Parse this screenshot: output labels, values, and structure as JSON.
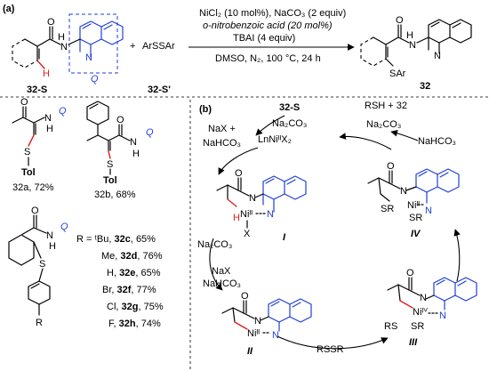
{
  "panel_a": {
    "label": "(a)",
    "substrate": {
      "label": "32-S",
      "nh": "N",
      "h_atom": "H",
      "n_atom": "N",
      "o_atom": "O",
      "q": "Q",
      "h_red": "H"
    },
    "plus": "+",
    "reagent": {
      "formula": "ArSSAr",
      "label": "32-S'"
    },
    "conditions": {
      "line1": "NiCl₂ (10 mol%), NaCO₃ (2 equiv)",
      "line2": "o-nitrobenzoic acid (20 mol%)",
      "line3": "TBAI (4 equiv)",
      "line4": "DMSO, N₂, 100 °C, 24 h"
    },
    "product": {
      "label": "32",
      "sar": "SAr",
      "o_atom": "O",
      "nh": "N",
      "h_atom": "H",
      "n_atom": "N"
    }
  },
  "examples": [
    {
      "id": "32a",
      "caption": "32a, 72%",
      "s": "S",
      "tol": "Tol",
      "nh": "N",
      "h": "H",
      "q": "Q",
      "o": "O"
    },
    {
      "id": "32b",
      "caption": "32b, 68%",
      "s": "S",
      "tol": "Tol",
      "nh": "N",
      "h": "H",
      "q": "Q",
      "o": "O"
    }
  ],
  "series": {
    "o": "O",
    "nh": "N",
    "h": "H",
    "q": "Q",
    "s": "S",
    "r": "R",
    "items": [
      {
        "text": "R = ᵗBu, ",
        "id": "32c",
        "yield": ", 65%"
      },
      {
        "text": "Me, ",
        "id": "32d",
        "yield": ", 76%"
      },
      {
        "text": "H, ",
        "id": "32e",
        "yield": ", 65%"
      },
      {
        "text": "Br, ",
        "id": "32f",
        "yield": ", 77%"
      },
      {
        "text": "Cl, ",
        "id": "32g",
        "yield": ", 75%"
      },
      {
        "text": "F, ",
        "id": "32h",
        "yield": ", 74%"
      }
    ]
  },
  "panel_b": {
    "label": "(b)",
    "top_reagent": "32-S",
    "na2co3_top": "Na₂CO₃",
    "catalyst": "LnNiᴵᴵX₂",
    "rsh": "RSH + 32",
    "na2co3_right": "Na₂CO₃",
    "nahco3_right": "NaHCO₃",
    "nax_left": "NaX +",
    "nahco3_left": "NaHCO₃",
    "na2co3_mid": "Na₂CO₃",
    "nax_mid": "NaX",
    "nahco3_mid": "NaHCO₃",
    "rssr": "RSSR",
    "intermediates": {
      "I": {
        "label": "I",
        "metal": "Niᴵᴵ",
        "x": "X",
        "h": "H",
        "n": "N",
        "o": "O"
      },
      "II": {
        "label": "II",
        "metal": "Niᴵᴵ",
        "n": "N",
        "o": "O"
      },
      "III": {
        "label": "III",
        "metal": "Niᴵⱽ",
        "rs1": "RS",
        "sr": "SR",
        "n": "N",
        "o": "O"
      },
      "IV": {
        "label": "IV",
        "metal": "Niᴵᴵ",
        "sr1": "SR",
        "sr2": "SR",
        "n": "N",
        "o": "O"
      }
    }
  }
}
